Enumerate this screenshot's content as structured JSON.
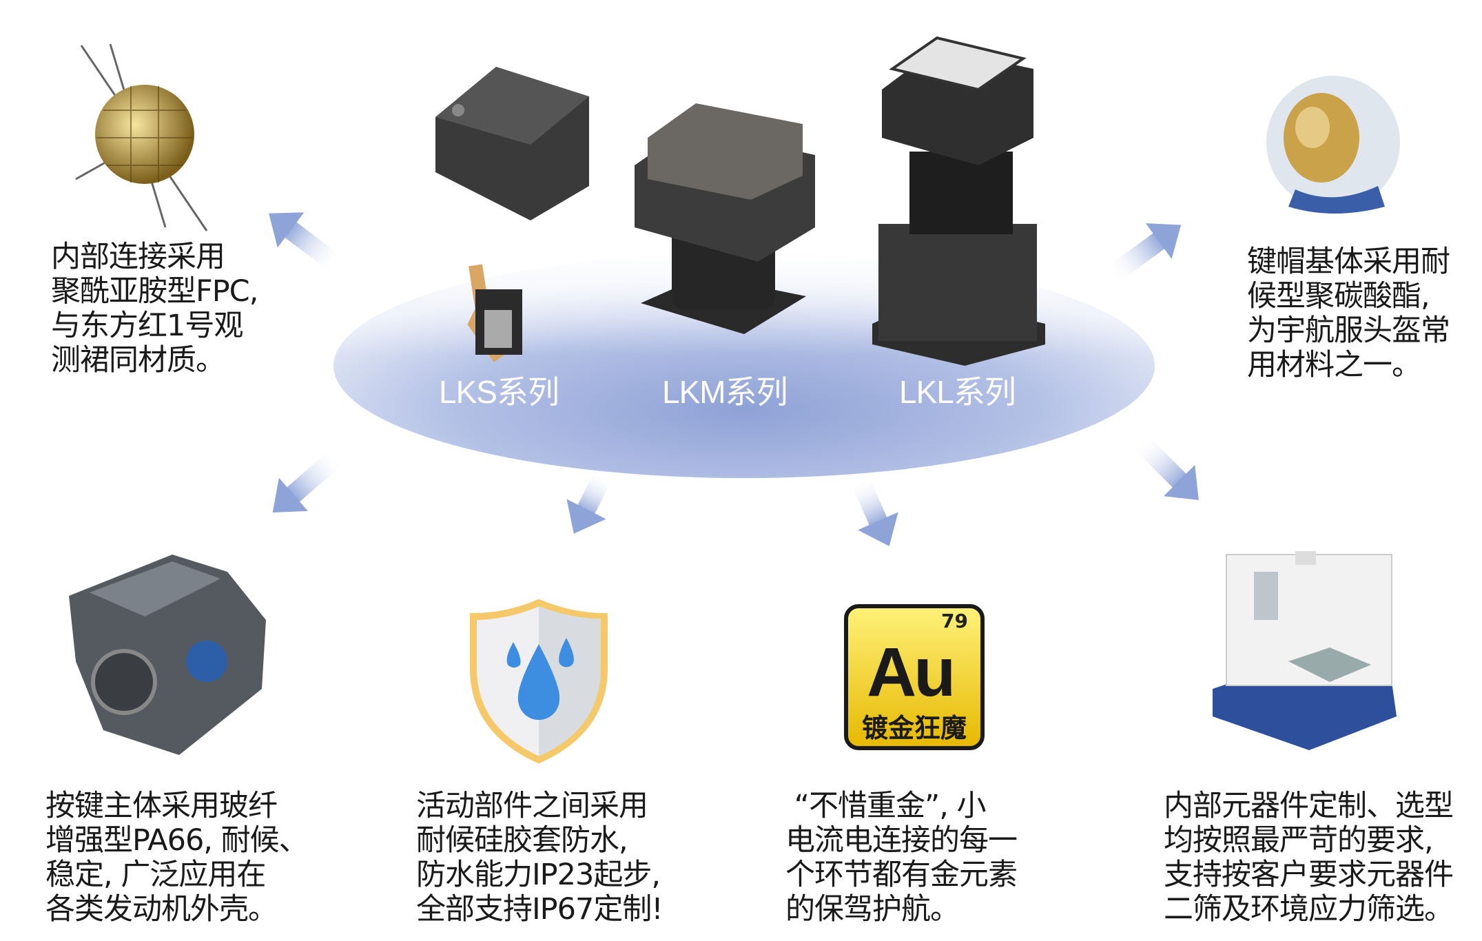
{
  "series": [
    {
      "label": "LKS系列"
    },
    {
      "label": "LKM系列"
    },
    {
      "label": "LKL系列"
    }
  ],
  "features": {
    "top_left": "内部连接采用\n聚酰亚胺型FPC,\n与东方红1号观\n测裙同材质。",
    "top_right": "键帽基体采用耐\n候型聚碳酸酯,\n为宇航服头盔常\n用材料之一。",
    "bottom_1": "按键主体采用玻纤\n增强型PA66, 耐候、\n稳定, 广泛应用在\n各类发动机外壳。",
    "bottom_2": "活动部件之间采用\n耐候硅胶套防水,\n防水能力IP23起步,\n全部支持IP67定制!",
    "bottom_3": " “不惜重金”, 小\n电流电连接的每一\n个环节都有金元素\n的保驾护航。",
    "bottom_4": "内部元器件定制、选型\n均按照最严苛的要求,\n支持按客户要求元器件\n二筛及环境应力筛选。"
  },
  "gold_badge": {
    "number": "79",
    "symbol": "Au",
    "caption": "镀金狂魔"
  },
  "colors": {
    "ellipse": "#9fb0dc",
    "arrow": "#8ea3d8",
    "badge": "#f2d400",
    "shield_border": "#f5c96a",
    "drop": "#3d8ee0"
  },
  "icons": [
    "satellite-image",
    "astronaut-image",
    "engine-image",
    "waterproof-shield-icon",
    "gold-element-badge",
    "test-chamber-image",
    "lks-switch-image",
    "lkm-switch-image",
    "lkl-switch-image"
  ]
}
